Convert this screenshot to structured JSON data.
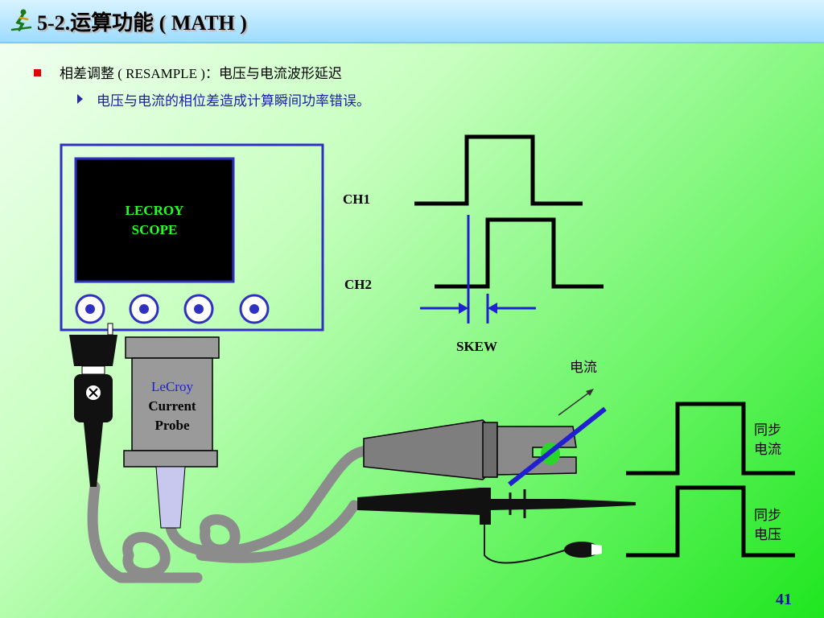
{
  "header": {
    "title": "5-2.运算功能 ( MATH )",
    "icon": "skier-icon"
  },
  "bullet": {
    "text": "相差调整 ( RESAMPLE )：电压与电流波形延迟",
    "sub_text": "电压与电流的相位差造成计算瞬间功率错误。"
  },
  "diagram": {
    "scope_lines": [
      "LECROY",
      "SCOPE"
    ],
    "probe_lines": [
      "LeCroy",
      "Current",
      "Probe"
    ],
    "ch1_label": "CH1",
    "ch2_label": "CH2",
    "skew_label": "SKEW",
    "current_label": "电流",
    "sync_current_lines": [
      "同步",
      "电流"
    ],
    "sync_voltage_lines": [
      "同步",
      "电压"
    ]
  },
  "colors": {
    "scope_frame": "#3030c0",
    "screen_text": "#22ff22",
    "bullet": "#e00000",
    "sub_text": "#1a1ab0",
    "page_number": "#1010a0"
  },
  "footer": {
    "page_number": "41"
  }
}
